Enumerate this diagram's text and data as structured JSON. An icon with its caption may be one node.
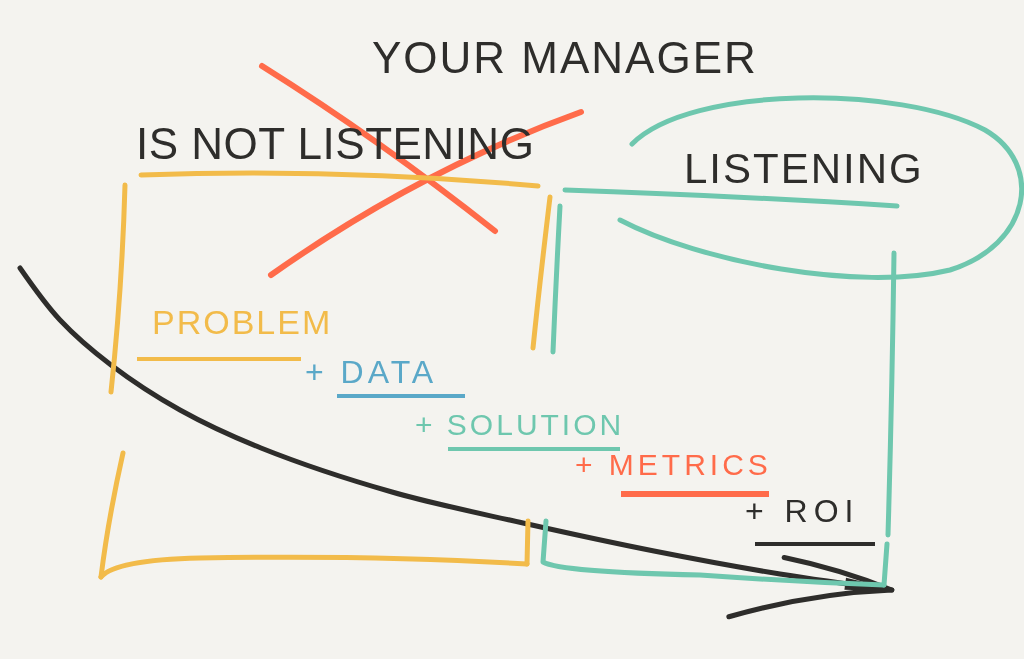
{
  "diagram": {
    "title": "YOUR MANAGER",
    "nodes": [
      {
        "text": [
          "IS NOT LISTENING"
        ]
      },
      {
        "text": [
          "LISTENING"
        ]
      }
    ],
    "edges": [
      {
        "from": null,
        "to": 1,
        "arrow": "to"
      }
    ],
    "labels": [
      "PROBLEM",
      "+ DATA",
      "+ SOLUTION",
      "+ METRICS",
      "+ ROI"
    ]
  }
}
